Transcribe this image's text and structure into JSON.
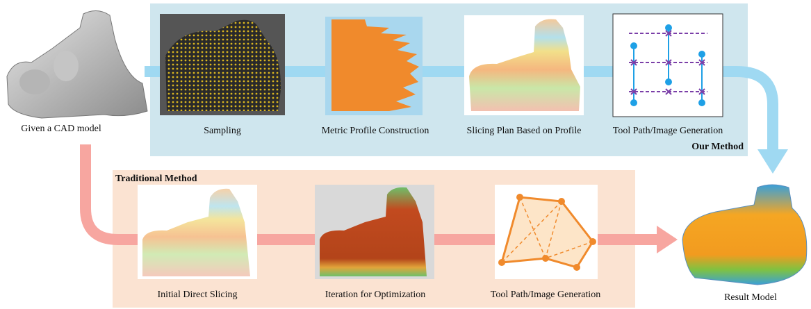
{
  "given_label": "Given a CAD model",
  "our_method": {
    "title": "Our Method",
    "steps": [
      "Sampling",
      "Metric Profile Construction",
      "Slicing Plan Based on Profile",
      "Tool Path/Image Generation"
    ]
  },
  "traditional_method": {
    "title": "Traditional Method",
    "steps": [
      "Initial Direct Slicing",
      "Iteration for Optimization",
      "Tool Path/Image Generation"
    ]
  },
  "result_label": "Result Model",
  "colors": {
    "our_panel": "#cfe6ee",
    "our_arrow": "#9fd9f2",
    "trad_panel": "#fbe3d2",
    "trad_arrow": "#f7a6a0",
    "metric_bar": "#f08a2c",
    "toolpath_blue": "#1ea0e6",
    "toolpath_purple": "#7b3fa8",
    "toolpath_orange": "#f08a2c"
  }
}
